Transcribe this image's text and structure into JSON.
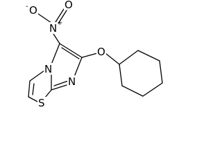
{
  "molecule": {
    "atoms": {
      "o_minus": {
        "symbol": "O",
        "charge": "-"
      },
      "n_plus": {
        "symbol": "N",
        "charge": "+"
      },
      "o_top": {
        "symbol": "O"
      },
      "o_ether": {
        "symbol": "O"
      },
      "n_ring": {
        "symbol": "N"
      },
      "n_bridge": {
        "symbol": "N"
      },
      "s_ring": {
        "symbol": "S"
      }
    }
  }
}
